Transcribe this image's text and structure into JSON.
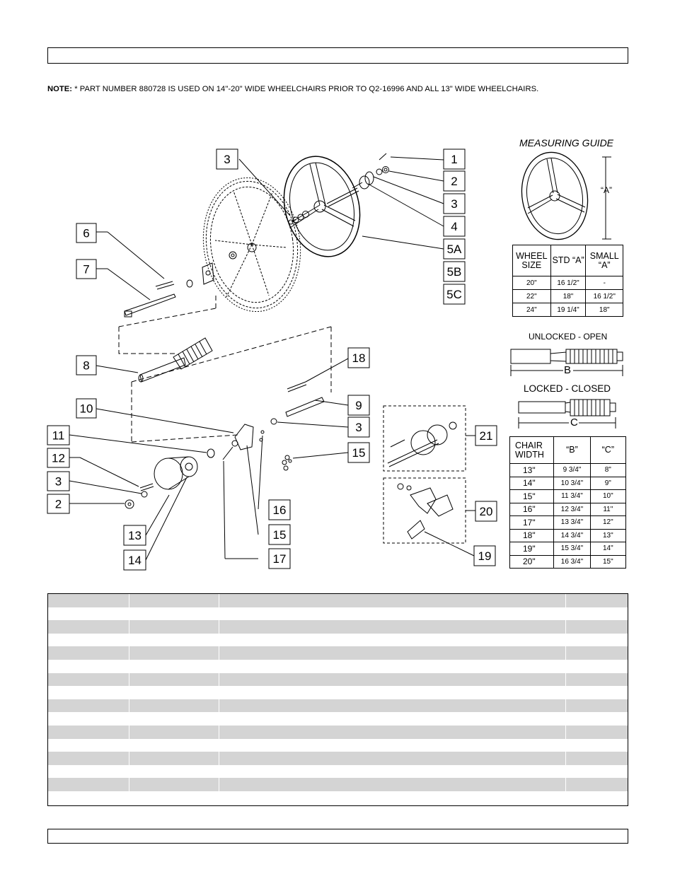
{
  "note": {
    "label": "NOTE:",
    "text": " * PART NUMBER 880728 IS USED ON 14\"-20\" WIDE WHEELCHAIRS PRIOR TO Q2-16996 AND ALL 13\" WIDE WHEELCHAIRS."
  },
  "callouts": [
    "1",
    "2",
    "3",
    "4",
    "5A",
    "5B",
    "5C",
    "3",
    "6",
    "7",
    "8",
    "18",
    "9",
    "10",
    "3",
    "11",
    "15",
    "12",
    "3",
    "2",
    "13",
    "14",
    "16",
    "15",
    "17",
    "21",
    "20",
    "19"
  ],
  "measuring_guide": {
    "title": "MEASURING GUIDE",
    "dim_label": "“A”",
    "headers": [
      "WHEEL SIZE",
      "STD “A”",
      "SMALL “A”"
    ],
    "rows": [
      [
        "20\"",
        "16 1/2\"",
        "-"
      ],
      [
        "22\"",
        "18\"",
        "16 1/2\""
      ],
      [
        "24\"",
        "19 1/4\"",
        "18\""
      ]
    ]
  },
  "lock": {
    "unlocked_label": "UNLOCKED - OPEN",
    "dim_b": "B",
    "locked_label": "LOCKED - CLOSED",
    "dim_c": "C"
  },
  "chair_table": {
    "headers": [
      "CHAIR WIDTH",
      "“B”",
      "“C”"
    ],
    "rows": [
      [
        "13\"",
        "9 3/4\"",
        "8\""
      ],
      [
        "14\"",
        "10 3/4\"",
        "9\""
      ],
      [
        "15\"",
        "11 3/4\"",
        "10\""
      ],
      [
        "16\"",
        "12 3/4\"",
        "11\""
      ],
      [
        "17\"",
        "13 3/4\"",
        "12\""
      ],
      [
        "18\"",
        "14 3/4\"",
        "13\""
      ],
      [
        "19\"",
        "15 3/4\"",
        "14\""
      ],
      [
        "20\"",
        "16 3/4\"",
        "15\""
      ]
    ]
  }
}
